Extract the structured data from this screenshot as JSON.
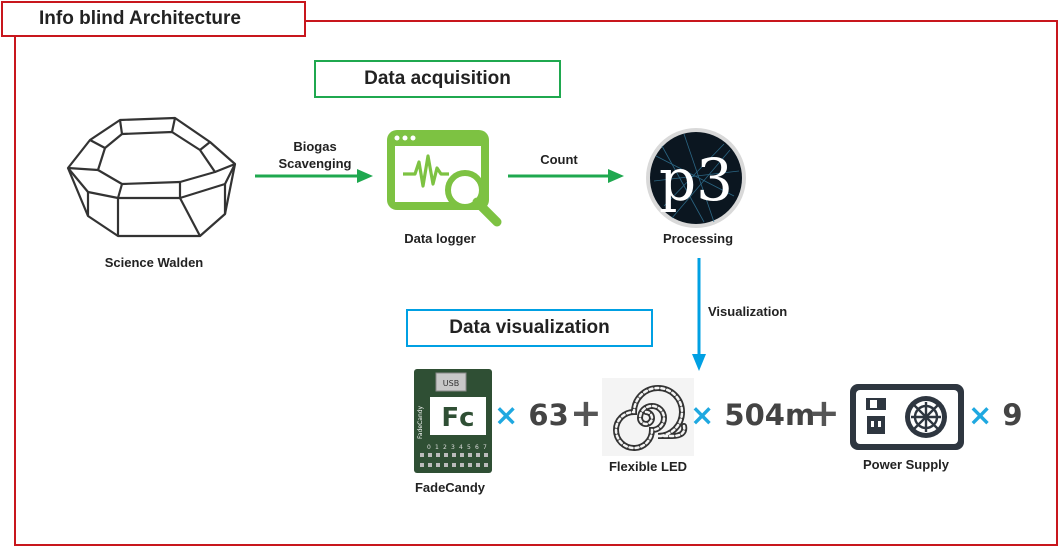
{
  "title": "Info blind Architecture",
  "sections": {
    "acquisition": "Data acquisition",
    "visualization": "Data visualization"
  },
  "nodes": {
    "science_walden": "Science Walden",
    "data_logger": "Data logger",
    "processing": "Processing",
    "fadecandy": "FadeCandy",
    "flexible_led": "Flexible LED",
    "power_supply": "Power Supply"
  },
  "edges": {
    "biogas_line1": "Biogas",
    "biogas_line2": "Scavenging",
    "count": "Count",
    "visualization": "Visualization"
  },
  "quantities": {
    "fadecandy": "63",
    "flexible_led": "504m",
    "power_supply": "9",
    "times": "×",
    "plus": "+"
  },
  "fadecandy_board": {
    "usb": "USB",
    "logo": "Fc",
    "side_text": "FadeCandy",
    "pins": [
      "0",
      "1",
      "2",
      "3",
      "4",
      "5",
      "6",
      "7"
    ]
  },
  "colors": {
    "frame": "#c8161d",
    "acquisition": "#1fa84f",
    "visualization": "#00a0e3",
    "logger_green": "#7dc242"
  }
}
